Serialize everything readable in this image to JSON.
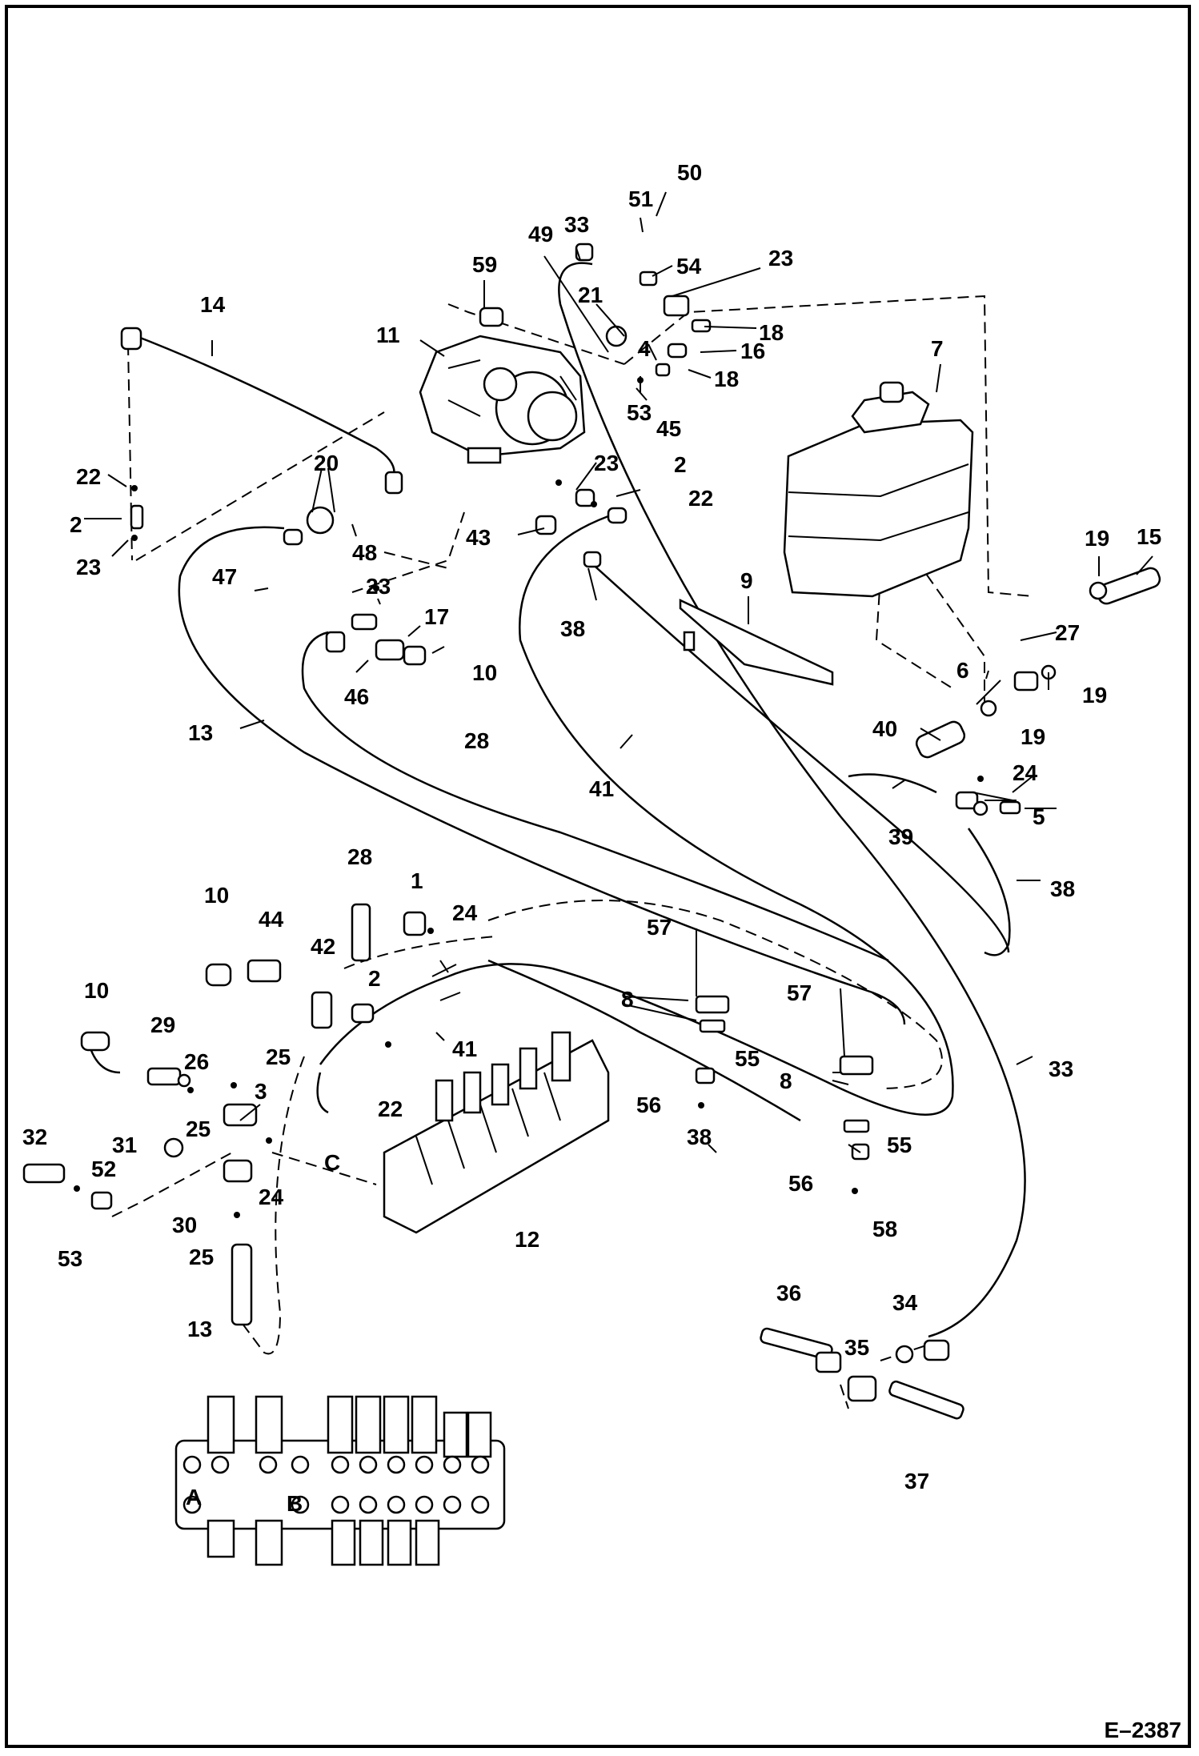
{
  "diagram": {
    "figure_id": "E–2387",
    "port_labels": [
      "A",
      "B",
      "C"
    ],
    "callouts": [
      {
        "id": "c50",
        "label": "50"
      },
      {
        "id": "c51",
        "label": "51"
      },
      {
        "id": "c49",
        "label": "49"
      },
      {
        "id": "c33a",
        "label": "33"
      },
      {
        "id": "c23a",
        "label": "23"
      },
      {
        "id": "c54",
        "label": "54"
      },
      {
        "id": "c59",
        "label": "59"
      },
      {
        "id": "c21",
        "label": "21"
      },
      {
        "id": "c18a",
        "label": "18"
      },
      {
        "id": "c14",
        "label": "14"
      },
      {
        "id": "c11",
        "label": "11"
      },
      {
        "id": "c4",
        "label": "4"
      },
      {
        "id": "c16",
        "label": "16"
      },
      {
        "id": "c7",
        "label": "7"
      },
      {
        "id": "c18b",
        "label": "18"
      },
      {
        "id": "c53a",
        "label": "53"
      },
      {
        "id": "c45",
        "label": "45"
      },
      {
        "id": "c23b",
        "label": "23"
      },
      {
        "id": "c2a",
        "label": "2"
      },
      {
        "id": "c22a",
        "label": "22"
      },
      {
        "id": "c20",
        "label": "20"
      },
      {
        "id": "c22b",
        "label": "22"
      },
      {
        "id": "c2b",
        "label": "2"
      },
      {
        "id": "c43",
        "label": "43"
      },
      {
        "id": "c48",
        "label": "48"
      },
      {
        "id": "c23c",
        "label": "23"
      },
      {
        "id": "c19a",
        "label": "19"
      },
      {
        "id": "c15",
        "label": "15"
      },
      {
        "id": "c47",
        "label": "47"
      },
      {
        "id": "c9",
        "label": "9"
      },
      {
        "id": "c23d",
        "label": "23"
      },
      {
        "id": "c38a",
        "label": "38"
      },
      {
        "id": "c17",
        "label": "17"
      },
      {
        "id": "c27",
        "label": "27"
      },
      {
        "id": "c10a",
        "label": "10"
      },
      {
        "id": "c46",
        "label": "46"
      },
      {
        "id": "c6",
        "label": "6"
      },
      {
        "id": "c19b",
        "label": "19"
      },
      {
        "id": "c13a",
        "label": "13"
      },
      {
        "id": "c28a",
        "label": "28"
      },
      {
        "id": "c40",
        "label": "40"
      },
      {
        "id": "c19c",
        "label": "19"
      },
      {
        "id": "c41a",
        "label": "41"
      },
      {
        "id": "c24a",
        "label": "24"
      },
      {
        "id": "c5",
        "label": "5"
      },
      {
        "id": "c39",
        "label": "39"
      },
      {
        "id": "c28b",
        "label": "28"
      },
      {
        "id": "c1",
        "label": "1"
      },
      {
        "id": "c38b",
        "label": "38"
      },
      {
        "id": "c10b",
        "label": "10"
      },
      {
        "id": "c44",
        "label": "44"
      },
      {
        "id": "c24b",
        "label": "24"
      },
      {
        "id": "c57a",
        "label": "57"
      },
      {
        "id": "c42",
        "label": "42"
      },
      {
        "id": "c57b",
        "label": "57"
      },
      {
        "id": "c10c",
        "label": "10"
      },
      {
        "id": "c2c",
        "label": "2"
      },
      {
        "id": "c8a",
        "label": "8"
      },
      {
        "id": "c29",
        "label": "29"
      },
      {
        "id": "c41b",
        "label": "41"
      },
      {
        "id": "c26",
        "label": "26"
      },
      {
        "id": "c25a",
        "label": "25"
      },
      {
        "id": "c55a",
        "label": "55"
      },
      {
        "id": "c33b",
        "label": "33"
      },
      {
        "id": "c3",
        "label": "3"
      },
      {
        "id": "c22c",
        "label": "22"
      },
      {
        "id": "c8b",
        "label": "8"
      },
      {
        "id": "c56a",
        "label": "56"
      },
      {
        "id": "c38c",
        "label": "38"
      },
      {
        "id": "c32",
        "label": "32"
      },
      {
        "id": "c31",
        "label": "31"
      },
      {
        "id": "c25b",
        "label": "25"
      },
      {
        "id": "c52",
        "label": "52"
      },
      {
        "id": "c55b",
        "label": "55"
      },
      {
        "id": "c24c",
        "label": "24"
      },
      {
        "id": "c56b",
        "label": "56"
      },
      {
        "id": "c30",
        "label": "30"
      },
      {
        "id": "c12",
        "label": "12"
      },
      {
        "id": "c58",
        "label": "58"
      },
      {
        "id": "c53b",
        "label": "53"
      },
      {
        "id": "c25c",
        "label": "25"
      },
      {
        "id": "c13b",
        "label": "13"
      },
      {
        "id": "c36",
        "label": "36"
      },
      {
        "id": "c34",
        "label": "34"
      },
      {
        "id": "c35",
        "label": "35"
      },
      {
        "id": "c37",
        "label": "37"
      }
    ]
  }
}
